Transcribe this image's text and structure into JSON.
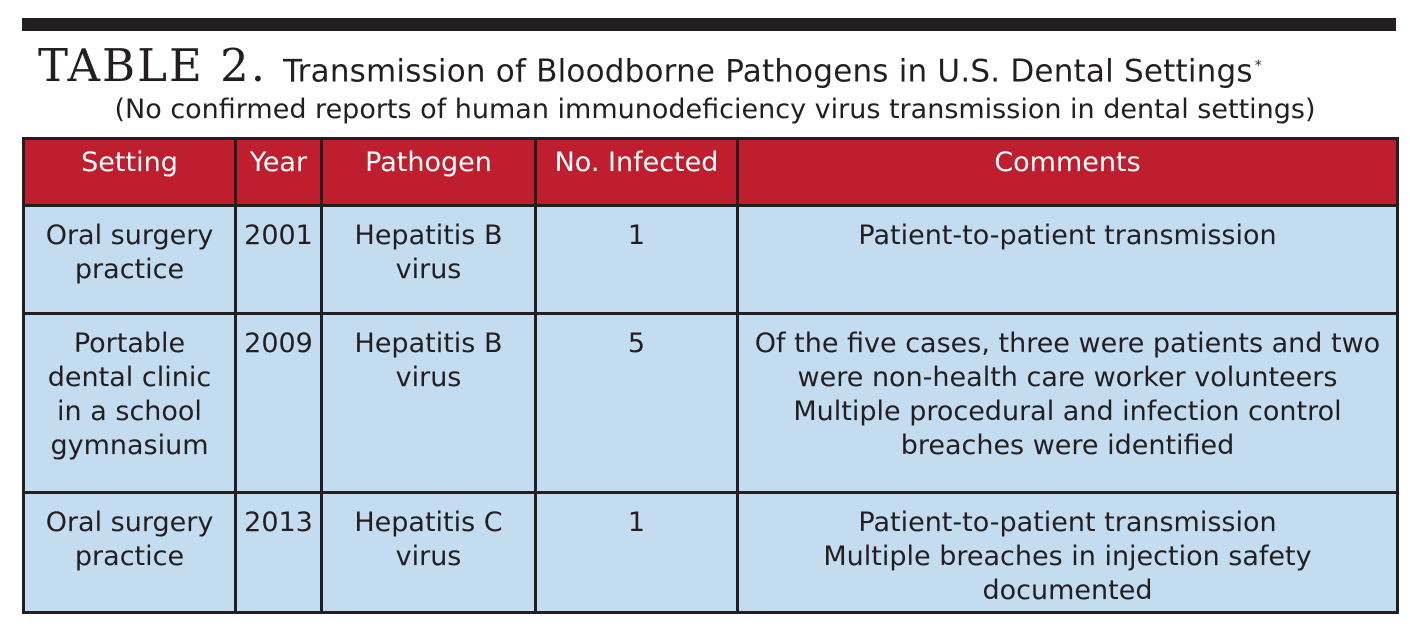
{
  "header": {
    "table_number": "TABLE 2.",
    "title": "Transmission of Bloodborne Pathogens in U.S. Dental Settings",
    "title_footnote_mark": "*",
    "subtitle": "(No confirmed reports of human immunodeficiency virus transmission in dental settings)"
  },
  "colors": {
    "header_background": "#be1e2d",
    "header_text": "#ffffff",
    "cell_background": "#c3dcf0",
    "border": "#231f20"
  },
  "table": {
    "columns": [
      "Setting",
      "Year",
      "Pathogen",
      "No. Infected",
      "Comments"
    ],
    "rows": [
      {
        "setting": [
          "Oral surgery",
          "practice"
        ],
        "year": "2001",
        "pathogen": [
          "Hepatitis B",
          "virus"
        ],
        "infected": "1",
        "comments": [
          "Patient-to-patient transmission"
        ]
      },
      {
        "setting": [
          "Portable",
          "dental clinic",
          "in a school",
          "gymnasium"
        ],
        "year": "2009",
        "pathogen": [
          "Hepatitis B",
          "virus"
        ],
        "infected": "5",
        "comments": [
          "Of the five cases, three were patients and two",
          "were non-health care worker volunteers",
          "Multiple procedural and infection control",
          "breaches were identified"
        ]
      },
      {
        "setting": [
          "Oral surgery",
          "practice"
        ],
        "year": "2013",
        "pathogen": [
          "Hepatitis C",
          "virus"
        ],
        "infected": "1",
        "comments": [
          "Patient-to-patient transmission",
          "Multiple breaches in injection safety documented"
        ]
      }
    ]
  }
}
